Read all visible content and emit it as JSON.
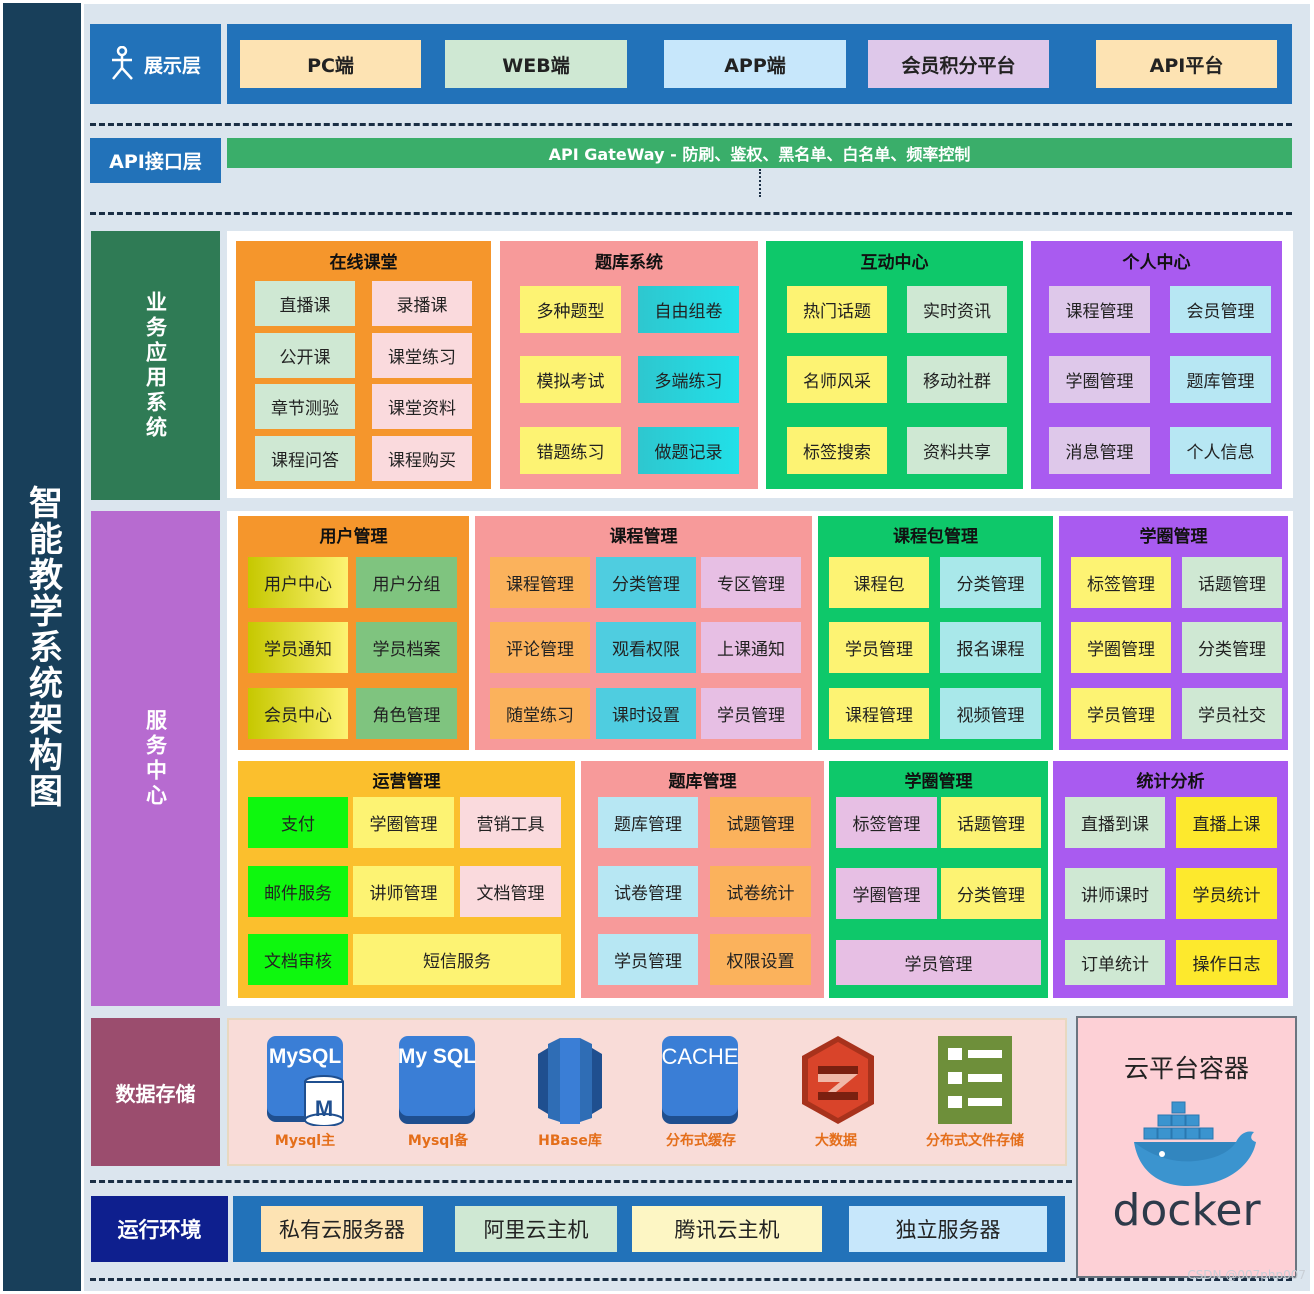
{
  "title": "智能教学系统架构图",
  "colors": {
    "title_bg": "#183f5a",
    "layer_blue": "#2272b9",
    "gateway_green": "#3aae6a",
    "business_label": "#2f7b55",
    "service_label": "#b76bd0",
    "storage_label": "#9b4d6e",
    "runtime_label": "#0e1f8e"
  },
  "presentation": {
    "label": "展示层",
    "icon": "person-icon",
    "items": [
      "PC端",
      "WEB端",
      "APP端",
      "会员积分平台",
      "API平台"
    ]
  },
  "api_layer": {
    "label": "API接口层",
    "gateway": "API GateWay - 防刷、鉴权、黑名单、白名单、频率控制"
  },
  "business": {
    "label": "业务应用系统",
    "sections": [
      {
        "title": "在线课堂",
        "items": [
          "直播课",
          "录播课",
          "公开课",
          "课堂练习",
          "章节测验",
          "课堂资料",
          "课程问答",
          "课程购买"
        ]
      },
      {
        "title": "题库系统",
        "items": [
          "多种题型",
          "自由组卷",
          "模拟考试",
          "多端练习",
          "错题练习",
          "做题记录"
        ]
      },
      {
        "title": "互动中心",
        "items": [
          "热门话题",
          "实时资讯",
          "名师风采",
          "移动社群",
          "标签搜索",
          "资料共享"
        ]
      },
      {
        "title": "个人中心",
        "items": [
          "课程管理",
          "会员管理",
          "学圈管理",
          "题库管理",
          "消息管理",
          "个人信息"
        ]
      }
    ]
  },
  "service": {
    "label": "服务中心",
    "sections": [
      {
        "title": "用户管理",
        "items": [
          "用户中心",
          "用户分组",
          "学员通知",
          "学员档案",
          "会员中心",
          "角色管理"
        ]
      },
      {
        "title": "课程管理",
        "items": [
          "课程管理",
          "分类管理",
          "专区管理",
          "评论管理",
          "观看权限",
          "上课通知",
          "随堂练习",
          "课时设置",
          "学员管理"
        ]
      },
      {
        "title": "课程包管理",
        "items": [
          "课程包",
          "分类管理",
          "学员管理",
          "报名课程",
          "课程管理",
          "视频管理"
        ]
      },
      {
        "title": "学圈管理",
        "items": [
          "标签管理",
          "话题管理",
          "学圈管理",
          "分类管理",
          "学员管理",
          "学员社交"
        ]
      },
      {
        "title": "运营管理",
        "items": [
          "支付",
          "学圈管理",
          "营销工具",
          "邮件服务",
          "讲师管理",
          "文档管理",
          "文档审核",
          "短信服务"
        ]
      },
      {
        "title": "题库管理",
        "items": [
          "题库管理",
          "试题管理",
          "试卷管理",
          "试卷统计",
          "学员管理",
          "权限设置"
        ]
      },
      {
        "title": "学圈管理",
        "items": [
          "标签管理",
          "话题管理",
          "学圈管理",
          "分类管理",
          "学员管理"
        ]
      },
      {
        "title": "统计分析",
        "items": [
          "直播到课",
          "直播上课",
          "讲师课时",
          "学员统计",
          "订单统计",
          "操作日志"
        ]
      }
    ]
  },
  "storage": {
    "label": "数据存储",
    "items": [
      {
        "icon": "mysql-master-icon",
        "icon_text": "MySQL",
        "badge": "M",
        "caption": "Mysql主"
      },
      {
        "icon": "mysql-backup-icon",
        "icon_text": "My SQL",
        "caption": "Mysql备"
      },
      {
        "icon": "hbase-icon",
        "caption": "HBase库"
      },
      {
        "icon": "cache-icon",
        "icon_text": "CACHE",
        "caption": "分布式缓存"
      },
      {
        "icon": "bigdata-icon",
        "caption": "大数据"
      },
      {
        "icon": "file-storage-icon",
        "caption": "分布式文件存储"
      }
    ]
  },
  "runtime": {
    "label": "运行环境",
    "items": [
      "私有云服务器",
      "阿里云主机",
      "腾讯云主机",
      "独立服务器"
    ]
  },
  "cloud": {
    "title": "云平台容器",
    "icon": "docker-whale-icon",
    "logo_text": "docker"
  },
  "watermark": "CSDN @007php007"
}
